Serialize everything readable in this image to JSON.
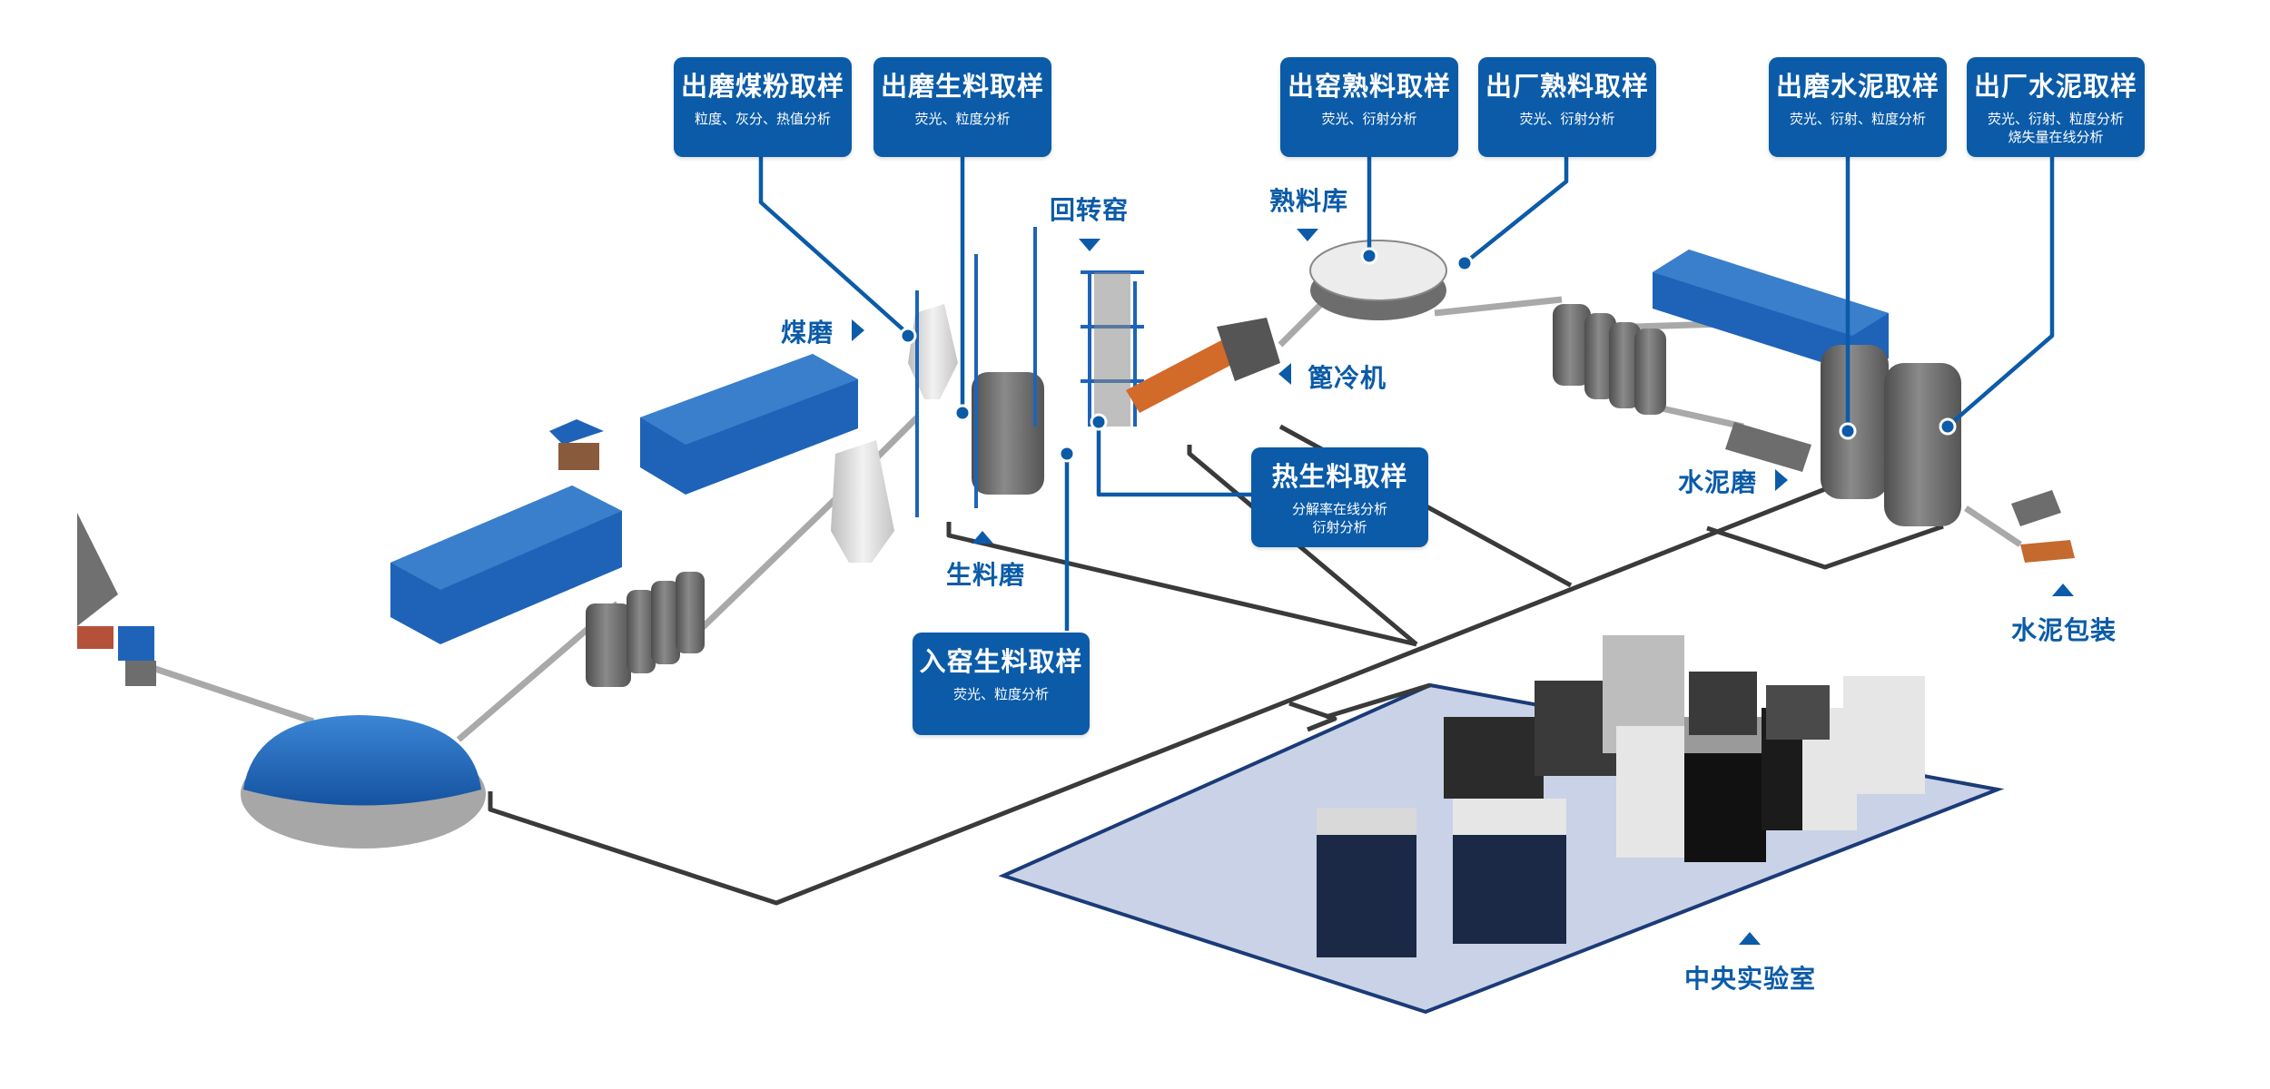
{
  "colors": {
    "accent": "#0b5ba8",
    "connector": "#3a3a3a",
    "lab_floor": "#c9d2e6",
    "equipment_blue": "#1e63b8",
    "silo_grey": "#6d6d6d"
  },
  "callouts": {
    "coal_mill_sampling": {
      "title": "出磨煤粉取样",
      "sub": "粒度、灰分、热值分析"
    },
    "raw_mill_sampling": {
      "title": "出磨生料取样",
      "sub": "荧光、粒度分析"
    },
    "kiln_clinker_sampling": {
      "title": "出窑熟料取样",
      "sub": "荧光、衍射分析"
    },
    "factory_clinker_sampling": {
      "title": "出厂熟料取样",
      "sub": "荧光、衍射分析"
    },
    "cement_mill_sampling": {
      "title": "出磨水泥取样",
      "sub": "荧光、衍射、粒度分析"
    },
    "factory_cement_sampling": {
      "title": "出厂水泥取样",
      "sub": "荧光、衍射、粒度分析",
      "sub2": "烧失量在线分析"
    },
    "hot_meal_sampling": {
      "title": "热生料取样",
      "sub": "分解率在线分析",
      "sub2": "衍射分析"
    },
    "kiln_feed_sampling": {
      "title": "入窑生料取样",
      "sub": "荧光、粒度分析"
    }
  },
  "labels": {
    "rotary_kiln": "回转窑",
    "clinker_silo": "熟料库",
    "coal_mill": "煤磨",
    "grate_cooler": "篦冷机",
    "raw_mill": "生料磨",
    "cement_mill": "水泥磨",
    "cement_packing": "水泥包装",
    "central_lab": "中央实验室"
  }
}
